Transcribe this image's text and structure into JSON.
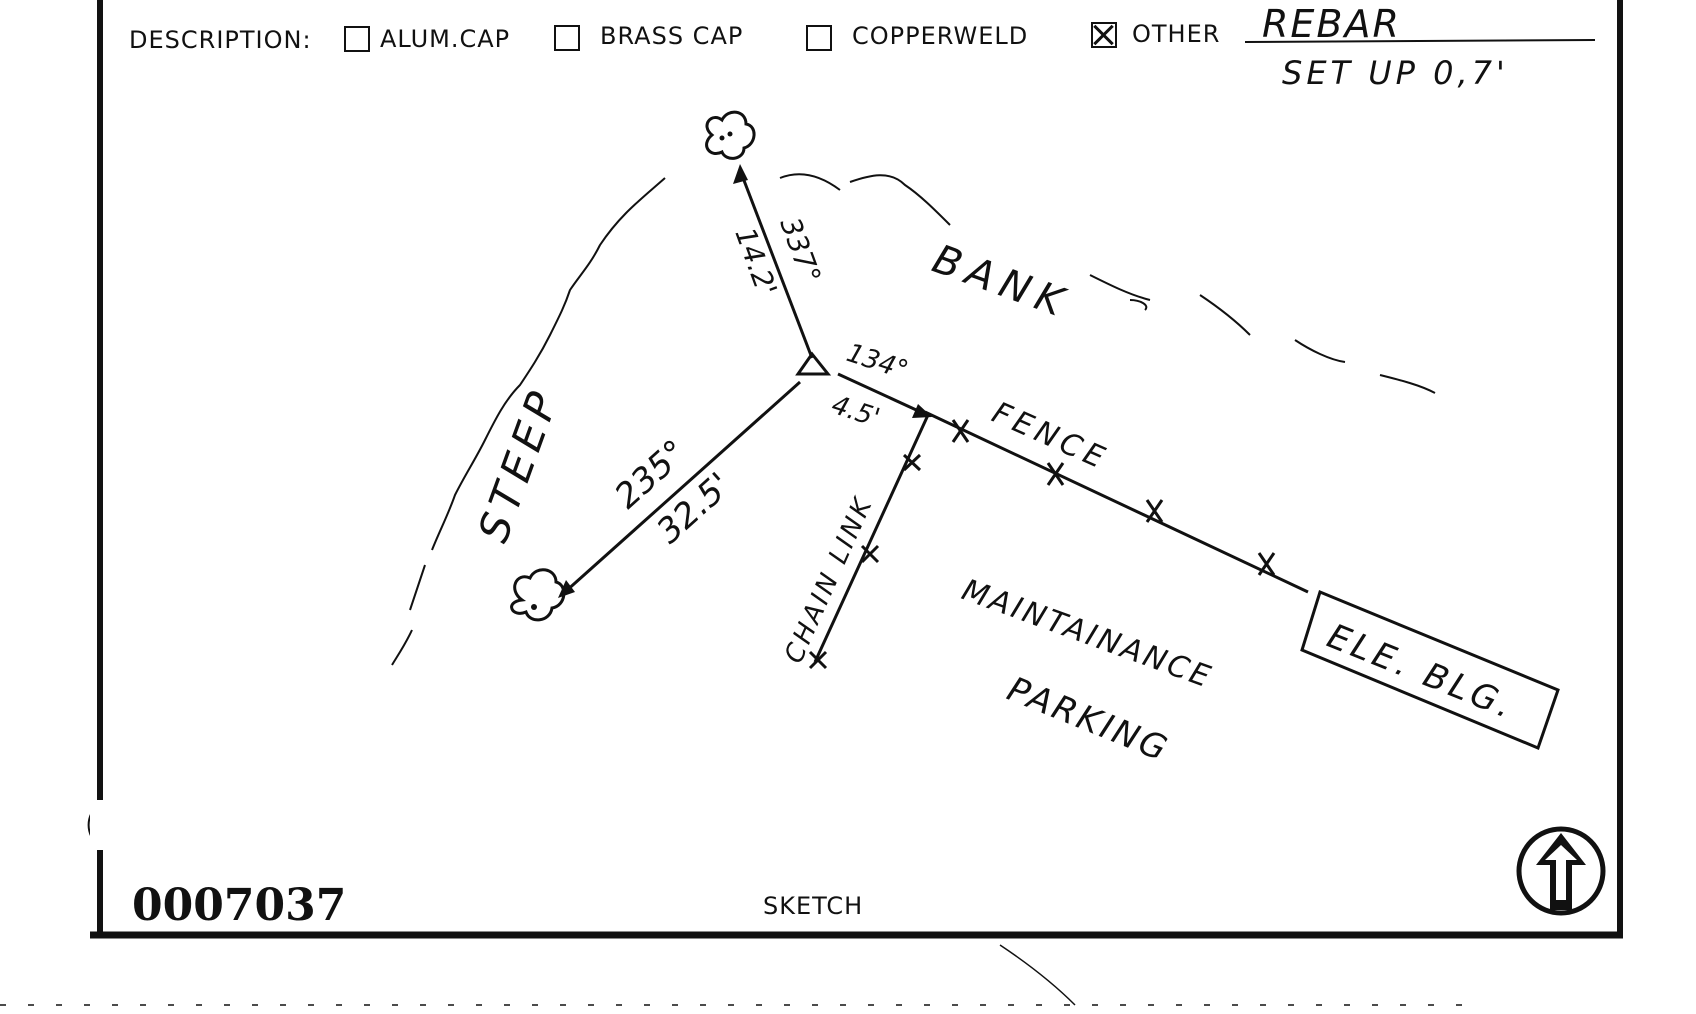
{
  "form": {
    "description_label": "DESCRIPTION:",
    "options": [
      {
        "label": "ALUM.CAP",
        "checked": false
      },
      {
        "label": "BRASS CAP",
        "checked": false
      },
      {
        "label": "COPPERWELD",
        "checked": false
      },
      {
        "label": "OTHER",
        "checked": true
      }
    ],
    "other_value": "REBAR",
    "other_note": "SET UP 0,7'",
    "record_number": "0007037",
    "section_label": "SKETCH"
  },
  "sketch": {
    "labels": {
      "bank": "BANK",
      "steep": "STEEP",
      "fence": "FENCE",
      "chain_link": "CHAIN LINK",
      "maintainance": "MAINTAINANCE",
      "parking": "PARKING",
      "building": "ELE. BLG."
    },
    "ties": [
      {
        "bearing": "337°",
        "distance": "14.2'"
      },
      {
        "bearing": "134°",
        "distance": "4.5'"
      },
      {
        "bearing": "235°",
        "distance": "32.5'"
      }
    ],
    "north_arrow_icon": "north-arrow-icon",
    "tree_icon": "tree-icon",
    "monument_icon": "triangle-monument-icon"
  }
}
